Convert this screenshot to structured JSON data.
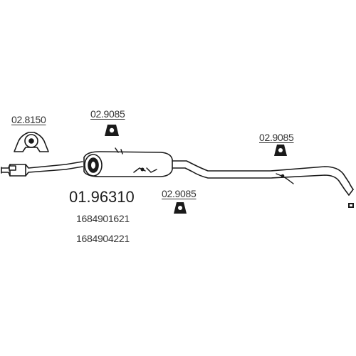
{
  "labels": {
    "clamp_part": "02.8150",
    "hanger_part_top": "02.9085",
    "hanger_part_right": "02.9085",
    "hanger_part_bottom": "02.9085",
    "main_part": "01.96310",
    "oem_numbers": [
      "1684901621",
      "1684904221"
    ]
  },
  "colors": {
    "line": "#1a1a1a",
    "background": "#ffffff"
  }
}
